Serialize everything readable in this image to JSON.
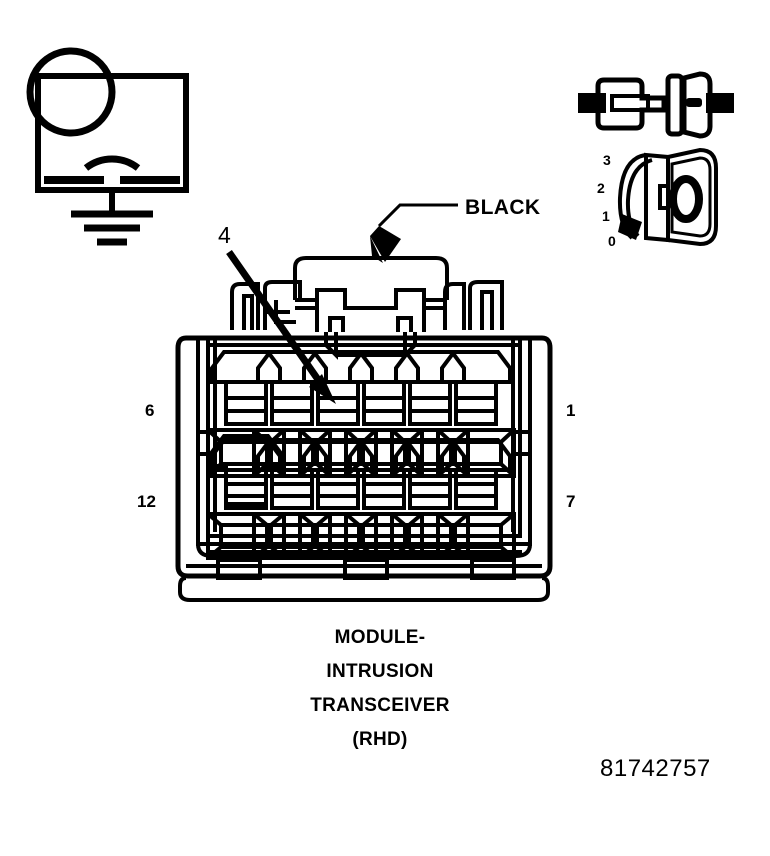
{
  "diagram": {
    "kind": "automotive-connector-face-view",
    "part_number": "81742757",
    "caption_lines": [
      "MODULE-",
      "INTRUSION",
      "TRANSCEIVER",
      "(RHD)"
    ],
    "wire_color_label": "BLACK",
    "cavity_callout": "4",
    "pin_labels": {
      "top_left": "6",
      "bottom_left": "12",
      "top_right": "1",
      "bottom_right": "7"
    },
    "connector": {
      "cavity_count": 12,
      "rows": 2,
      "columns": 6
    },
    "key_switch": {
      "positions": [
        "3",
        "2",
        "1",
        "0"
      ],
      "key_face_glyph": "0"
    },
    "icons": {
      "resistance_ground": "ohm-ground-icon",
      "inline_connector": "inline-connector-icon",
      "key_switch": "key-switch-icon"
    },
    "colors": {
      "line": "#000000",
      "background": "#ffffff"
    }
  }
}
